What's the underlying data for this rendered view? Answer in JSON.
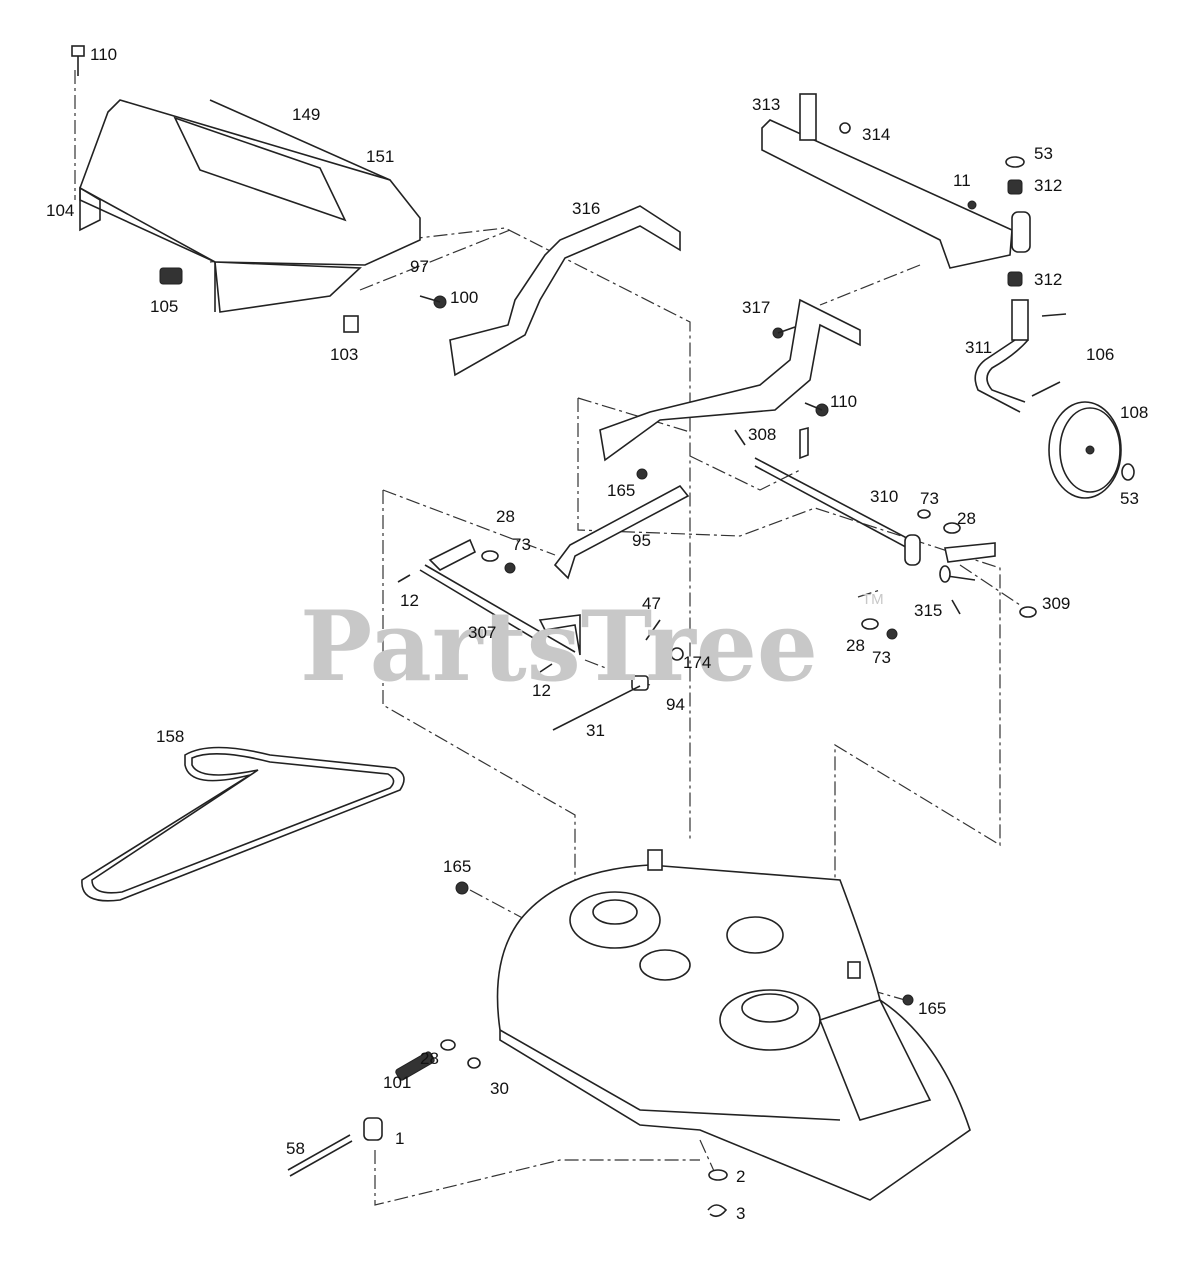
{
  "watermark": {
    "text": "PartsTree",
    "trademark": "TM",
    "color": "#c8c8c8"
  },
  "callouts": [
    {
      "id": "c-110a",
      "text": "110"
    },
    {
      "id": "c-149",
      "text": "149"
    },
    {
      "id": "c-151",
      "text": "151"
    },
    {
      "id": "c-104",
      "text": "104"
    },
    {
      "id": "c-105",
      "text": "105"
    },
    {
      "id": "c-97",
      "text": "97"
    },
    {
      "id": "c-100",
      "text": "100"
    },
    {
      "id": "c-103",
      "text": "103"
    },
    {
      "id": "c-316",
      "text": "316"
    },
    {
      "id": "c-313",
      "text": "313"
    },
    {
      "id": "c-314",
      "text": "314"
    },
    {
      "id": "c-53a",
      "text": "53"
    },
    {
      "id": "c-11",
      "text": "11"
    },
    {
      "id": "c-312a",
      "text": "312"
    },
    {
      "id": "c-312b",
      "text": "312"
    },
    {
      "id": "c-317",
      "text": "317"
    },
    {
      "id": "c-311",
      "text": "311"
    },
    {
      "id": "c-106",
      "text": "106"
    },
    {
      "id": "c-110b",
      "text": "110"
    },
    {
      "id": "c-108",
      "text": "108"
    },
    {
      "id": "c-308",
      "text": "308"
    },
    {
      "id": "c-53b",
      "text": "53"
    },
    {
      "id": "c-165a",
      "text": "165"
    },
    {
      "id": "c-310",
      "text": "310"
    },
    {
      "id": "c-73a",
      "text": "73"
    },
    {
      "id": "c-28a",
      "text": "28"
    },
    {
      "id": "c-28b",
      "text": "28"
    },
    {
      "id": "c-73b",
      "text": "73"
    },
    {
      "id": "c-95",
      "text": "95"
    },
    {
      "id": "c-12a",
      "text": "12"
    },
    {
      "id": "c-47",
      "text": "47"
    },
    {
      "id": "c-315",
      "text": "315"
    },
    {
      "id": "c-309",
      "text": "309"
    },
    {
      "id": "c-307",
      "text": "307"
    },
    {
      "id": "c-28c",
      "text": "28"
    },
    {
      "id": "c-73c",
      "text": "73"
    },
    {
      "id": "c-174",
      "text": "174"
    },
    {
      "id": "c-12b",
      "text": "12"
    },
    {
      "id": "c-94",
      "text": "94"
    },
    {
      "id": "c-31",
      "text": "31"
    },
    {
      "id": "c-158",
      "text": "158"
    },
    {
      "id": "c-165b",
      "text": "165"
    },
    {
      "id": "c-165c",
      "text": "165"
    },
    {
      "id": "c-28d",
      "text": "28"
    },
    {
      "id": "c-101",
      "text": "101"
    },
    {
      "id": "c-30",
      "text": "30"
    },
    {
      "id": "c-1",
      "text": "1"
    },
    {
      "id": "c-58",
      "text": "58"
    },
    {
      "id": "c-2",
      "text": "2"
    },
    {
      "id": "c-3",
      "text": "3"
    }
  ]
}
